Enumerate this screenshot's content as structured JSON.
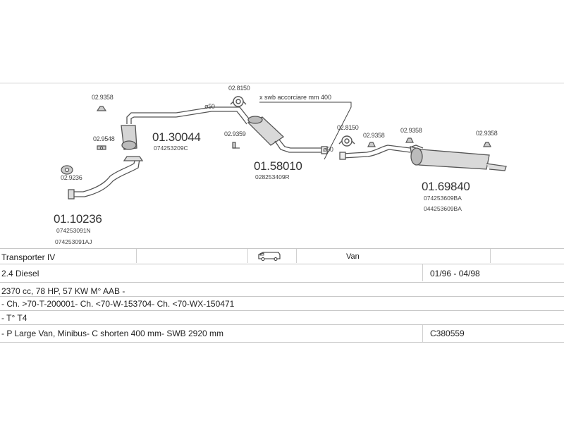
{
  "parts": {
    "front_pipe": {
      "number": "01.10236",
      "refs": [
        "074253091N",
        "074253091AJ"
      ]
    },
    "catalyst": {
      "number": "01.30044",
      "refs": [
        "074253209C"
      ]
    },
    "middle_muffler": {
      "number": "01.58010",
      "refs": [
        "028253409R"
      ]
    },
    "rear_muffler": {
      "number": "01.69840",
      "refs": [
        "074253609BA",
        "044253609BA"
      ]
    }
  },
  "fittings": {
    "clamp_front_top": "02.9358",
    "gasket_cat": "02.9548",
    "flange_lower": "02.9236",
    "ring_mid": "02.8150",
    "clamp_mid": "02.9359",
    "ring_rear": "02.8150",
    "clamp_rear_1": "02.9358",
    "clamp_rear_2": "02.9358",
    "clamp_rear_3": "02.9358"
  },
  "diameters": {
    "d1": "ø50",
    "d2": "ø50"
  },
  "note": "x swb accorciare mm 400",
  "vehicle": {
    "model": "Transporter IV",
    "body_type": "Van",
    "engine": "2.4 Diesel",
    "period": "01/96 - 04/98",
    "specs": "2370 cc, 78 HP, 57 KW M° AAB -",
    "chassis": "- Ch. >70-T-200001- Ch. <70-W-153704- Ch. <70-WX-150471",
    "type": "- T° T4",
    "variant": "- P Large Van, Minibus- C shorten 400 mm- SWB 2920 mm",
    "code": "C380559"
  },
  "colors": {
    "line": "#555555",
    "fill": "#d9d9d9",
    "border": "#c8c8c8"
  }
}
